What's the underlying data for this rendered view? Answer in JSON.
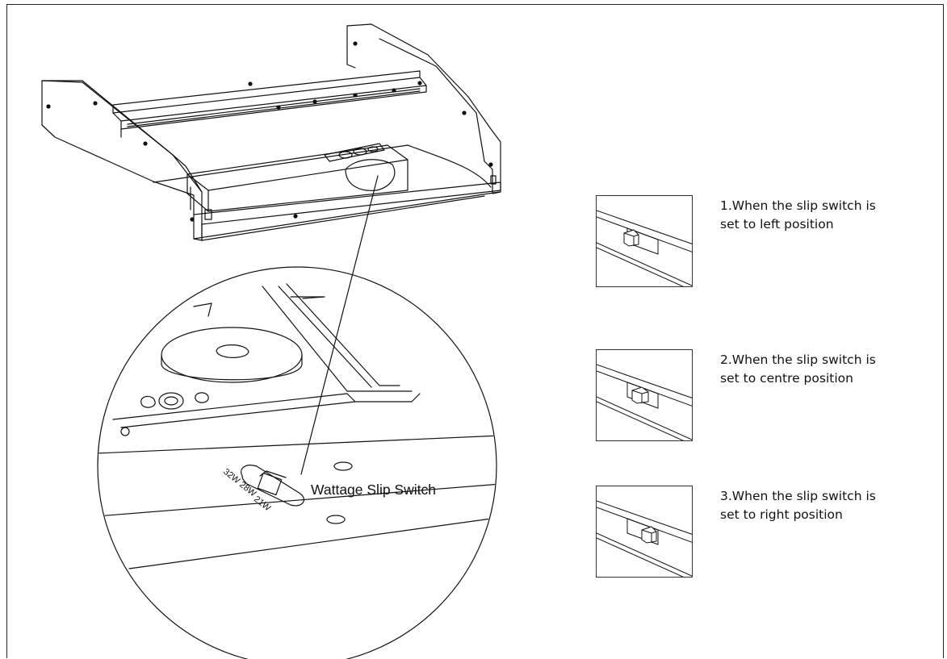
{
  "callout": {
    "label": "Wattage Slip Switch"
  },
  "switch_markings": [
    "32W",
    "28W",
    "21W"
  ],
  "steps": [
    {
      "line1": "1.When the slip switch is",
      "line2": "set to left position",
      "position": "left"
    },
    {
      "line1": "2.When the slip switch is",
      "line2": "set to centre position",
      "position": "centre"
    },
    {
      "line1": "3.When the slip switch is",
      "line2": "set to right position",
      "position": "right"
    }
  ]
}
